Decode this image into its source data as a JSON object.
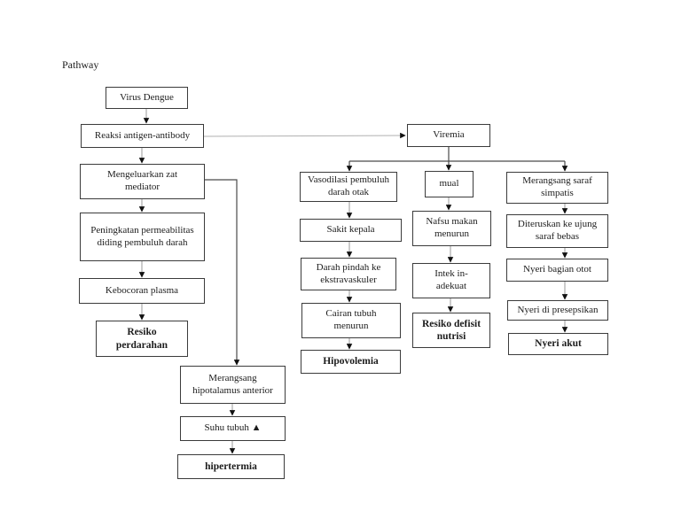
{
  "title": "Pathway",
  "colors": {
    "background": "#ffffff",
    "box_border": "#3b3b3b",
    "text": "#1c1c1c",
    "connector_light": "#9a9a9a",
    "connector_dark": "#4a4a4a",
    "arrowhead": "#111111"
  },
  "nodes": {
    "virus_dengue": "Virus Dengue",
    "reaksi_antigen_antibody": "Reaksi antigen-antibody",
    "mengeluarkan_zat_mediator": "Mengeluarkan zat\nmediator",
    "peningkatan_permeabilitas": "Peningkatan permeabilitas\ndiding pembuluh darah",
    "kebocoran_plasma": "Kebocoran plasma",
    "resiko_perdarahan": "Resiko\nperdarahan",
    "merangsang_hipotalamus": "Merangsang\nhipotalamus anterior",
    "suhu_tubuh": "Suhu tubuh  ▲",
    "hipertermia": "hipertermia",
    "vasodilasi_pembuluh": "Vasodilasi pembuluh\ndarah otak",
    "sakit_kepala": "Sakit kepala",
    "darah_pindah": "Darah pindah ke\nekstravaskuler",
    "cairan_tubuh": "Cairan tubuh\nmenurun",
    "hipovolemia": "Hipovolemia",
    "viremia": "Viremia",
    "mual": "mual",
    "nafsu_makan": "Nafsu makan\nmenurun",
    "intek_inadekuat": "Intek in-\nadekuat",
    "resiko_defisit_nutrisi": "Resiko defisit\nnutrisi",
    "merangsang_saraf_simpatis": "Merangsang saraf\nsimpatis",
    "diteruskan_ke_ujung": "Diteruskan ke ujung\nsaraf bebas",
    "nyeri_bagian_otot": "Nyeri bagian otot",
    "nyeri_di_presepsikan": "Nyeri di presepsikan",
    "nyeri_akut": "Nyeri akut"
  },
  "edges": [
    [
      "virus_dengue",
      "reaksi_antigen_antibody"
    ],
    [
      "reaksi_antigen_antibody",
      "mengeluarkan_zat_mediator"
    ],
    [
      "reaksi_antigen_antibody",
      "viremia"
    ],
    [
      "mengeluarkan_zat_mediator",
      "peningkatan_permeabilitas"
    ],
    [
      "mengeluarkan_zat_mediator",
      "merangsang_hipotalamus"
    ],
    [
      "peningkatan_permeabilitas",
      "kebocoran_plasma"
    ],
    [
      "kebocoran_plasma",
      "resiko_perdarahan"
    ],
    [
      "merangsang_hipotalamus",
      "suhu_tubuh"
    ],
    [
      "suhu_tubuh",
      "hipertermia"
    ],
    [
      "viremia",
      "vasodilasi_pembuluh"
    ],
    [
      "viremia",
      "mual"
    ],
    [
      "viremia",
      "merangsang_saraf_simpatis"
    ],
    [
      "vasodilasi_pembuluh",
      "sakit_kepala"
    ],
    [
      "sakit_kepala",
      "darah_pindah"
    ],
    [
      "darah_pindah",
      "cairan_tubuh"
    ],
    [
      "cairan_tubuh",
      "hipovolemia"
    ],
    [
      "mual",
      "nafsu_makan"
    ],
    [
      "nafsu_makan",
      "intek_inadekuat"
    ],
    [
      "intek_inadekuat",
      "resiko_defisit_nutrisi"
    ],
    [
      "merangsang_saraf_simpatis",
      "diteruskan_ke_ujung"
    ],
    [
      "diteruskan_ke_ujung",
      "nyeri_bagian_otot"
    ],
    [
      "nyeri_bagian_otot",
      "nyeri_di_presepsikan"
    ],
    [
      "nyeri_di_presepsikan",
      "nyeri_akut"
    ]
  ]
}
